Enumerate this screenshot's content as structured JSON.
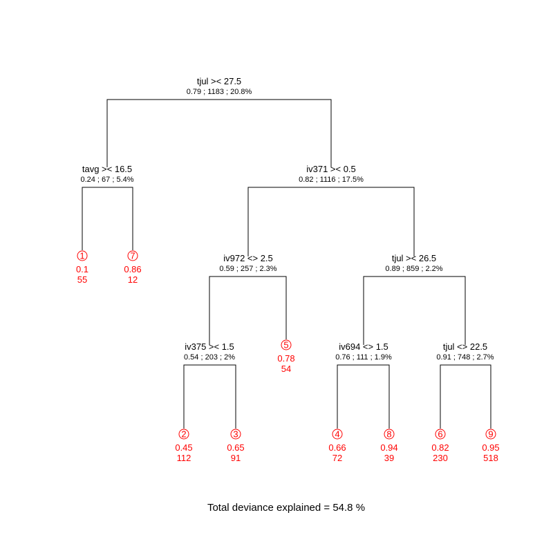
{
  "colors": {
    "line": "#000000",
    "text": "#000000",
    "leaf": "#ff0000"
  },
  "caption": "Total deviance explained = 54.8 %",
  "splits": [
    {
      "id": "s1",
      "label": "tjul >< 27.5",
      "stats": "0.79 ; 1183 ; 20.8%"
    },
    {
      "id": "s2",
      "label": "tavg >< 16.5",
      "stats": "0.24 ; 67 ; 5.4%"
    },
    {
      "id": "s3",
      "label": "iv371 >< 0.5",
      "stats": "0.82 ; 1116 ; 17.5%"
    },
    {
      "id": "s4",
      "label": "iv972 <> 2.5",
      "stats": "0.59 ; 257 ; 2.3%"
    },
    {
      "id": "s5",
      "label": "tjul >< 26.5",
      "stats": "0.89 ; 859 ; 2.2%"
    },
    {
      "id": "s6",
      "label": "iv375 >< 1.5",
      "stats": "0.54 ; 203 ; 2%"
    },
    {
      "id": "s7",
      "label": "iv694 <> 1.5",
      "stats": "0.76 ; 111 ; 1.9%"
    },
    {
      "id": "s8",
      "label": "tjul <> 22.5",
      "stats": "0.91 ; 748 ; 2.7%"
    }
  ],
  "leaves": [
    {
      "id": "L1",
      "number": "1",
      "value": "0.1",
      "count": "55"
    },
    {
      "id": "L7",
      "number": "7",
      "value": "0.86",
      "count": "12"
    },
    {
      "id": "L5",
      "number": "5",
      "value": "0.78",
      "count": "54"
    },
    {
      "id": "L2",
      "number": "2",
      "value": "0.45",
      "count": "112"
    },
    {
      "id": "L3",
      "number": "3",
      "value": "0.65",
      "count": "91"
    },
    {
      "id": "L4",
      "number": "4",
      "value": "0.66",
      "count": "72"
    },
    {
      "id": "L8",
      "number": "8",
      "value": "0.94",
      "count": "39"
    },
    {
      "id": "L6",
      "number": "6",
      "value": "0.82",
      "count": "230"
    },
    {
      "id": "L9",
      "number": "9",
      "value": "0.95",
      "count": "518"
    }
  ],
  "edges": [
    {
      "parent": "s1",
      "left": "s2",
      "right": "s3"
    },
    {
      "parent": "s2",
      "left": "L1",
      "right": "L7"
    },
    {
      "parent": "s3",
      "left": "s4",
      "right": "s5"
    },
    {
      "parent": "s4",
      "left": "s6",
      "right": "L5"
    },
    {
      "parent": "s5",
      "left": "s7",
      "right": "s8"
    },
    {
      "parent": "s6",
      "left": "L2",
      "right": "L3"
    },
    {
      "parent": "s7",
      "left": "L4",
      "right": "L8"
    },
    {
      "parent": "s8",
      "left": "L6",
      "right": "L9"
    }
  ]
}
